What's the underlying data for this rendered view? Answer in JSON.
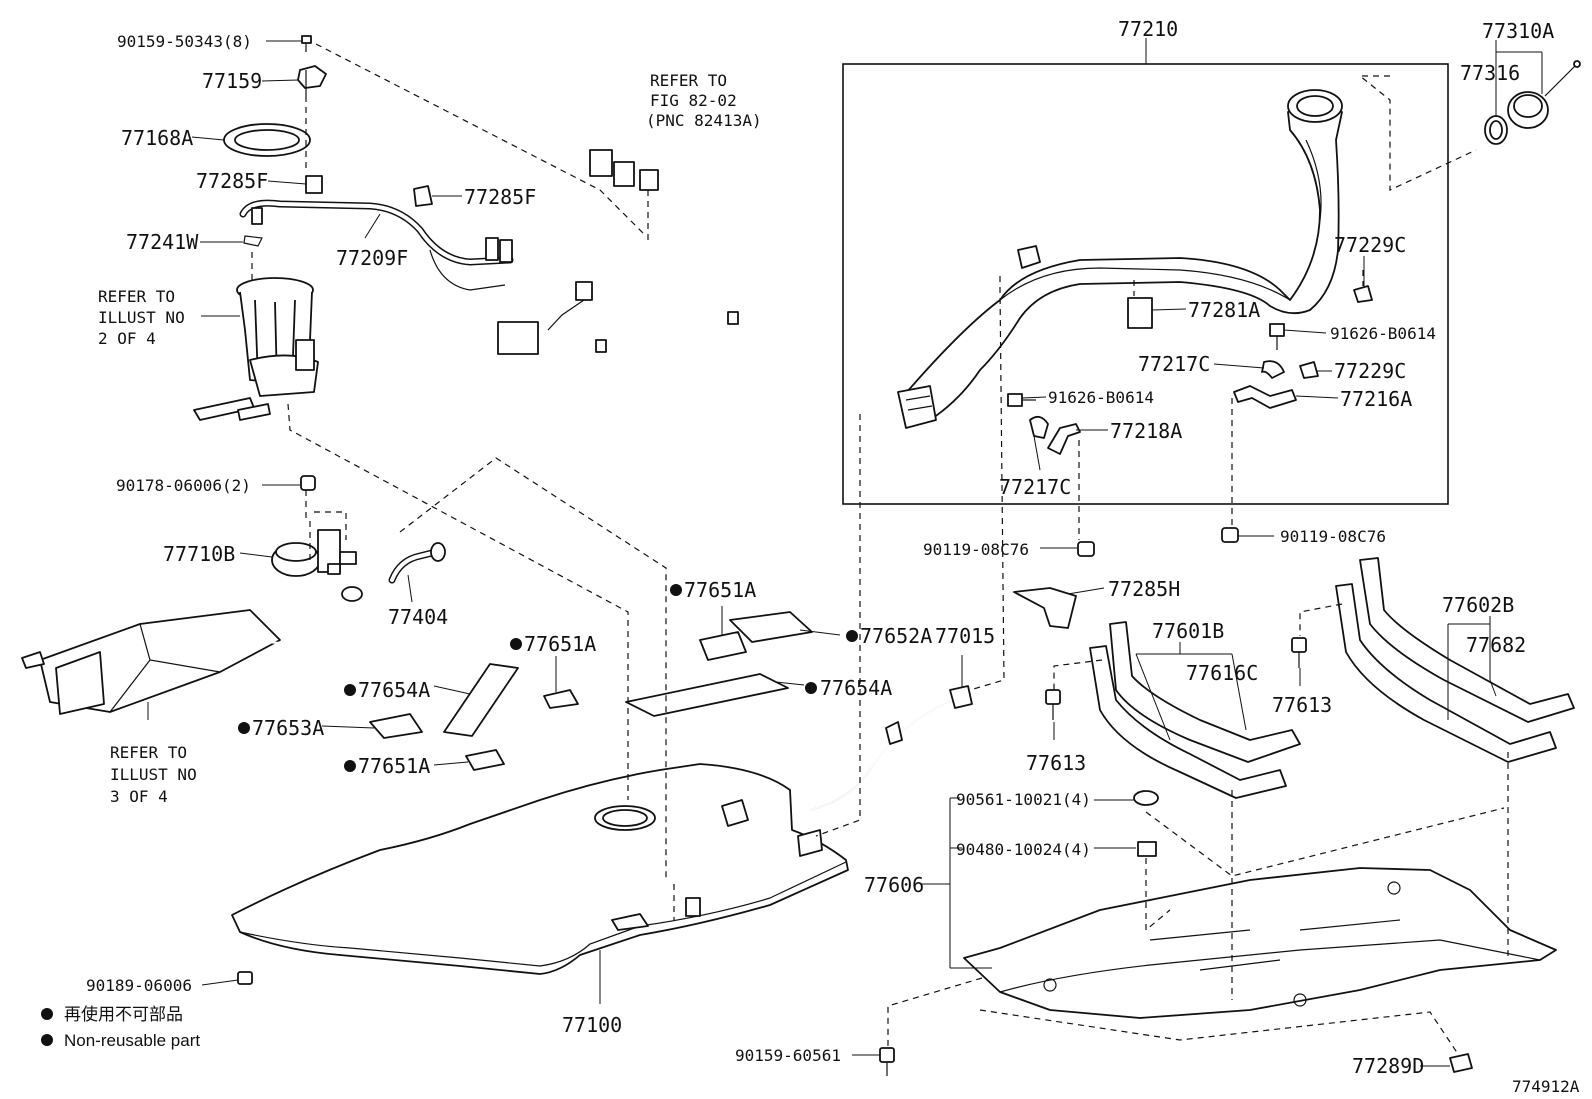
{
  "diagram": {
    "figure_code": "774912A",
    "legend": {
      "jp": "再使用不可部品",
      "en": "Non-reusable part"
    },
    "refer_notes": {
      "pump": [
        "REFER TO",
        "ILLUST NO",
        "2 OF 4"
      ],
      "canister": [
        "REFER TO",
        "ILLUST NO",
        "3 OF 4"
      ],
      "wiring": [
        "REFER TO",
        "FIG 82-02",
        "(PNC 82413A)"
      ]
    },
    "labels": {
      "l90159_50343": "90159-50343(8)",
      "l77159": "77159",
      "l77168A": "77168A",
      "l77285F_a": "77285F",
      "l77285F_b": "77285F",
      "l77241W": "77241W",
      "l77209F": "77209F",
      "l90178_06006": "90178-06006(2)",
      "l77710B": "77710B",
      "l77404": "77404",
      "l77651A_a": "77651A",
      "l77651A_b": "77651A",
      "l77651A_c": "77651A",
      "l77652A": "77652A",
      "l77654A_a": "77654A",
      "l77654A_b": "77654A",
      "l77653A": "77653A",
      "l77015": "77015",
      "l77100": "77100",
      "l90189_06006": "90189-06006",
      "l90159_60561": "90159-60561",
      "l77210": "77210",
      "l77310A": "77310A",
      "l77316": "77316",
      "l77229C_a": "77229C",
      "l77229C_b": "77229C",
      "l77281A": "77281A",
      "l91626_B0614_a": "91626-B0614",
      "l91626_B0614_b": "91626-B0614",
      "l77217C_a": "77217C",
      "l77217C_b": "77217C",
      "l77216A": "77216A",
      "l77218A": "77218A",
      "l90119_08C76_a": "90119-08C76",
      "l90119_08C76_b": "90119-08C76",
      "l77285H": "77285H",
      "l77601B": "77601B",
      "l77616C": "77616C",
      "l77602B": "77602B",
      "l77682": "77682",
      "l77613_a": "77613",
      "l77613_b": "77613",
      "l90561_10021": "90561-10021(4)",
      "l90480_10024": "90480-10024(4)",
      "l77606": "77606",
      "l77289D": "77289D"
    }
  }
}
